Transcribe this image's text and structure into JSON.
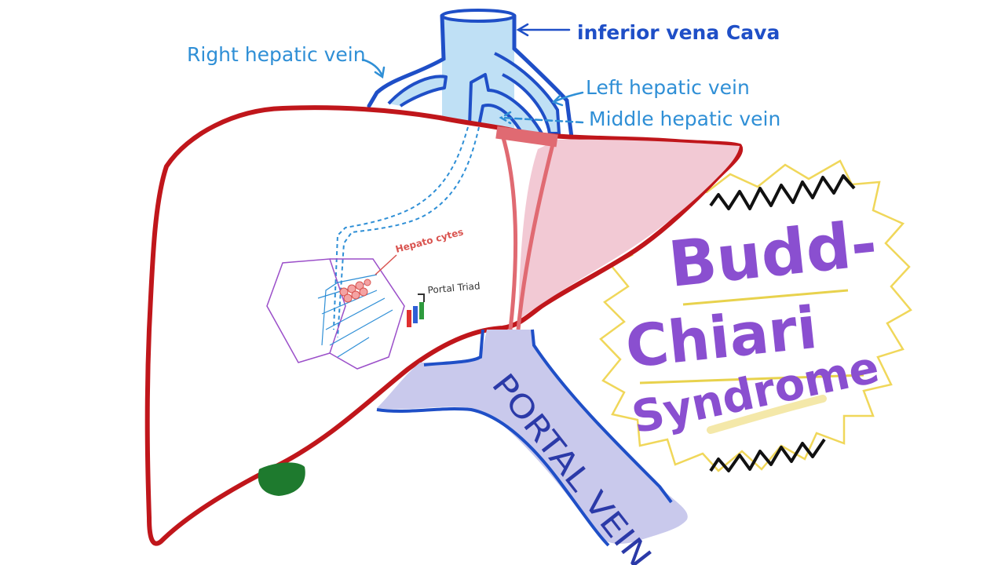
{
  "labels": {
    "ivc": "inferior vena Cava",
    "right_hepatic": "Right hepatic vein",
    "left_hepatic": "Left hepatic vein",
    "middle_hepatic": "Middle hepatic vein",
    "hepatocytes": "Hepato cytes",
    "portal_triad": "Portal Triad",
    "portal_vein": "PORTAL VEIN"
  },
  "title": {
    "line1": "Budd-",
    "line2": "Chiari",
    "line3": "Syndrome"
  },
  "colors": {
    "liver_outline": "#c0161b",
    "vein_blue": "#1f4fc7",
    "ivc_fill": "#bfe0f5",
    "label_blue": "#2f8fd6",
    "lobe_pink": "#f2c9d4",
    "lobe_stroke": "#e06a72",
    "portal_fill": "#c9c9ec",
    "gallbladder": "#1e7a2e",
    "title_purple": "#8a4fd0",
    "burst_yellow": "#f0d75a",
    "burst_black": "#111111",
    "lobule_purple": "#9b4fc9"
  }
}
